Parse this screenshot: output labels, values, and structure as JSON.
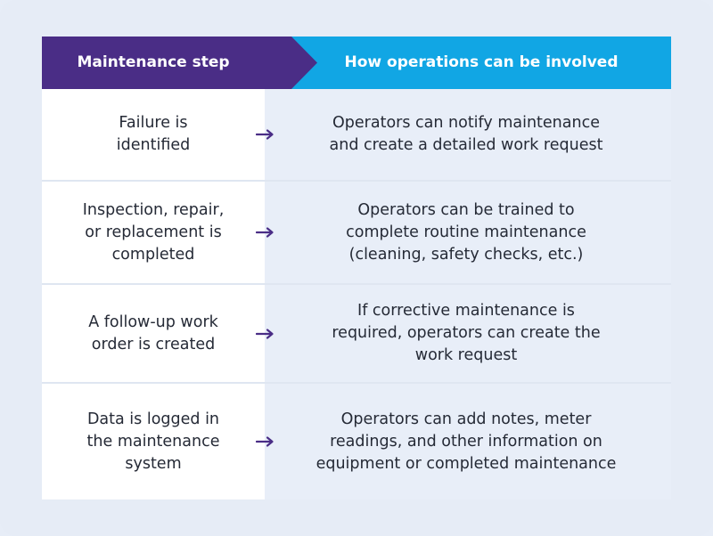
{
  "header": {
    "left": "Maintenance step",
    "right": "How operations can be involved"
  },
  "colors": {
    "header_left": "#4a2d86",
    "header_right": "#11a6e4",
    "arrow": "#4a2d86",
    "text": "#252a36"
  },
  "rows": [
    {
      "step": [
        "Failure is",
        "identified"
      ],
      "ops": [
        "Operators can notify maintenance",
        "and create a detailed work request"
      ]
    },
    {
      "step": [
        "Inspection, repair,",
        "or replacement is",
        "completed"
      ],
      "ops": [
        "Operators can be trained to",
        "complete routine maintenance",
        "(cleaning, safety checks, etc.)"
      ]
    },
    {
      "step": [
        "A follow-up work",
        "order is created"
      ],
      "ops": [
        "If corrective maintenance is",
        "required, operators can create the",
        "work request"
      ]
    },
    {
      "step": [
        "Data is logged in",
        "the maintenance",
        "system"
      ],
      "ops": [
        "Operators can add notes, meter",
        "readings, and other information on",
        "equipment or completed maintenance"
      ]
    }
  ]
}
